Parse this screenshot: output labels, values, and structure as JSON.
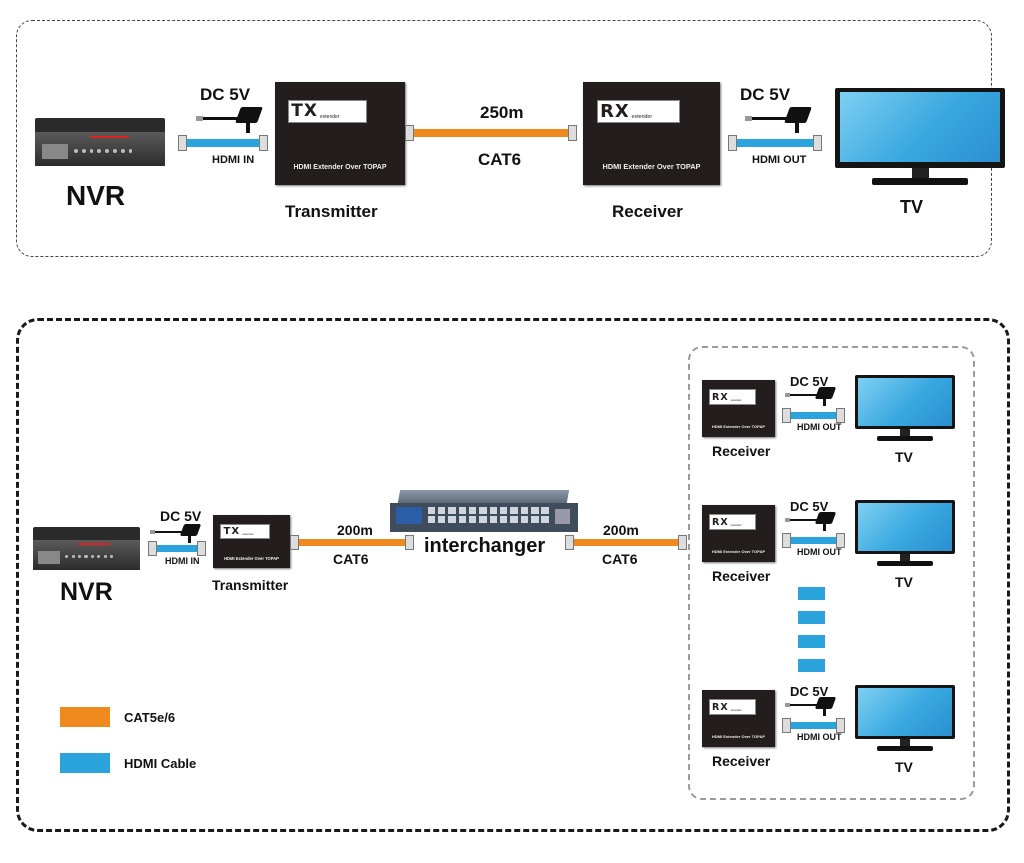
{
  "top": {
    "source": "NVR",
    "tx_power": "DC 5V",
    "hdmi_in": "HDMI IN",
    "transmitter": {
      "logo": "TX",
      "logo_sub": "extender",
      "model": "HDMI Extender Over TOPAP",
      "label": "Transmitter"
    },
    "distance": "250m",
    "cable": "CAT6",
    "receiver": {
      "logo": "RX",
      "logo_sub": "extender",
      "model": "HDMI Extender Over TOPAP",
      "label": "Receiver"
    },
    "rx_power": "DC 5V",
    "hdmi_out": "HDMI OUT",
    "display": "TV"
  },
  "bottom": {
    "source": "NVR",
    "tx_power": "DC 5V",
    "hdmi_in": "HDMI IN",
    "transmitter": {
      "logo": "TX",
      "logo_sub": "extender",
      "model": "HDMI Extender Over TOPAP",
      "label": "Transmitter"
    },
    "distance_1": "200m",
    "cable_1": "CAT6",
    "switch": "interchanger",
    "distance_2": "200m",
    "cable_2": "CAT6",
    "receivers": [
      {
        "logo": "RX",
        "logo_sub": "extender",
        "model": "HDMI Extender Over TOPAP",
        "label": "Receiver",
        "power": "DC 5V",
        "hdmi_out": "HDMI OUT",
        "display": "TV"
      },
      {
        "logo": "RX",
        "logo_sub": "extender",
        "model": "HDMI Extender Over TOPAP",
        "label": "Receiver",
        "power": "DC 5V",
        "hdmi_out": "HDMI OUT",
        "display": "TV"
      },
      {
        "logo": "RX",
        "logo_sub": "extender",
        "model": "HDMI Extender Over TOPAP",
        "label": "Receiver",
        "power": "DC 5V",
        "hdmi_out": "HDMI OUT",
        "display": "TV"
      }
    ]
  },
  "legend": [
    {
      "label": "CAT5e/6",
      "color": "#f08a1e"
    },
    {
      "label": "HDMI Cable",
      "color": "#2ba4de"
    }
  ],
  "colors": {
    "cat": "#f08a1e",
    "hdmi": "#2ba4de",
    "device": "#231e1d"
  }
}
